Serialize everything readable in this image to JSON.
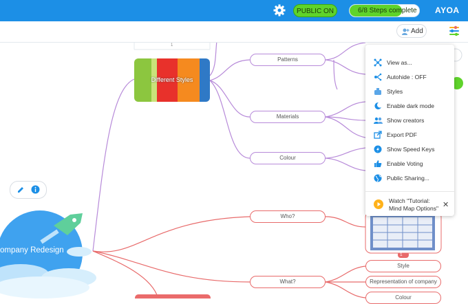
{
  "topbar": {
    "public_label": "PUBLIC ON",
    "steps_label": "6/8 Steps complete",
    "steps_progress": 0.75,
    "brand": "AYOA",
    "accent": "#1c8fe6",
    "green": "#5fd32b"
  },
  "subbar": {
    "add_label": "Add",
    "ruler_label": "1"
  },
  "mindmap": {
    "image_node_label": "Different Styles",
    "root_label": "ompany Redesign",
    "purple_nodes": [
      "Patterns",
      "Materials",
      "Colour"
    ],
    "red_nodes": [
      "Who?",
      "What?"
    ],
    "red_leaf_nodes": [
      "Style",
      "Representation of company",
      "Colour"
    ],
    "comment_badge": "1",
    "branch_purple": "#b78ad9",
    "branch_red": "#e86a6a"
  },
  "menu": {
    "items": [
      {
        "label": "View as...",
        "icon": "nodes-icon"
      },
      {
        "label": "Autohide : OFF",
        "icon": "autohide-icon"
      },
      {
        "label": "Styles",
        "icon": "styles-icon"
      },
      {
        "label": "Enable dark mode",
        "icon": "moon-icon"
      },
      {
        "label": "Show creators",
        "icon": "users-icon"
      },
      {
        "label": "Export PDF",
        "icon": "export-icon"
      },
      {
        "label": "Show Speed Keys",
        "icon": "lightning-icon"
      },
      {
        "label": "Enable Voting",
        "icon": "thumbs-up-icon"
      },
      {
        "label": "Public Sharing...",
        "icon": "globe-icon"
      }
    ],
    "tutorial_line1": "Watch \"Tutorial:",
    "tutorial_line2": "Mind Map Options\"",
    "close_symbol": "✕"
  }
}
